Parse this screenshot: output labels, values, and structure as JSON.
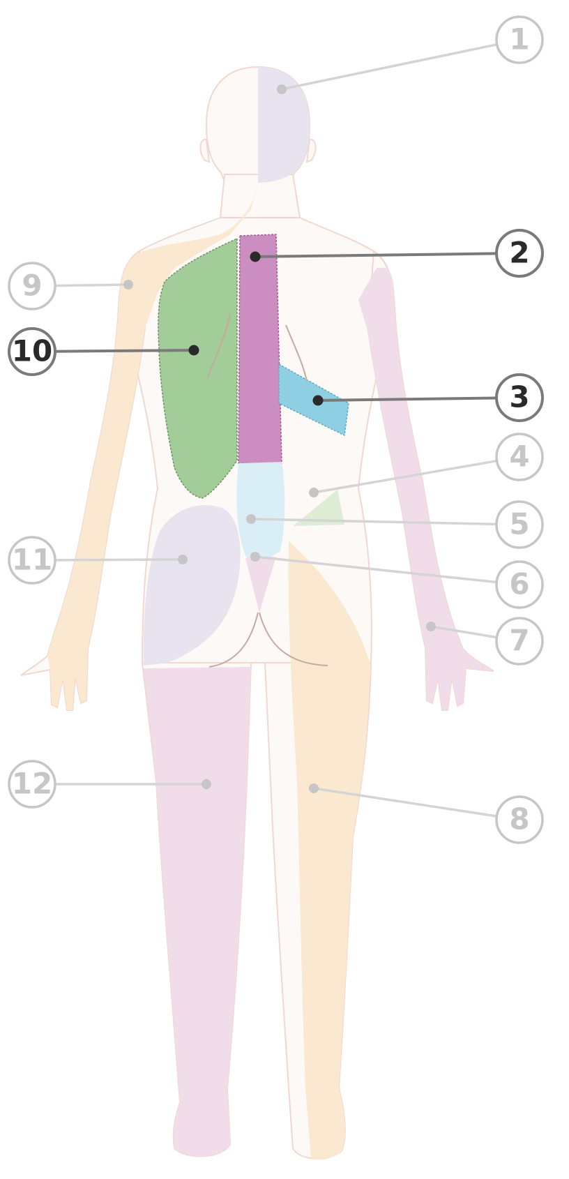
{
  "colors": {
    "skin_fill": "#fdf9f6",
    "skin_outline": "#f0d8d0",
    "muted_label": "#c6c6c6",
    "active_label": "#2a2a2a",
    "active_line": "#7a7a7a",
    "green": "#a2cc98",
    "magenta": "#cc8ec0",
    "blue": "#8ecfe3",
    "light_blue": "#d8edf5",
    "lavender": "#e6e3ee",
    "peach": "#fbe7cf",
    "pink": "#f0dbe8",
    "light_green": "#dbecd4"
  },
  "regions": [
    {
      "id": 1,
      "label": "1",
      "active": false,
      "color": "lavender",
      "icon": "head-right-half-region"
    },
    {
      "id": 2,
      "label": "2",
      "active": true,
      "color": "magenta",
      "icon": "spine-strip-region"
    },
    {
      "id": 3,
      "label": "3",
      "active": true,
      "color": "blue",
      "icon": "flank-band-region"
    },
    {
      "id": 4,
      "label": "4",
      "active": false,
      "color": "light_green",
      "icon": "lower-flank-region"
    },
    {
      "id": 5,
      "label": "5",
      "active": false,
      "color": "light_blue",
      "icon": "lower-back-region"
    },
    {
      "id": 6,
      "label": "6",
      "active": false,
      "color": "pink",
      "icon": "sacrum-region"
    },
    {
      "id": 7,
      "label": "7",
      "active": false,
      "color": "pink",
      "icon": "left-hand-region"
    },
    {
      "id": 8,
      "label": "8",
      "active": false,
      "color": "peach",
      "icon": "left-leg-region"
    },
    {
      "id": 9,
      "label": "9",
      "active": false,
      "color": "peach",
      "icon": "right-arm-region"
    },
    {
      "id": 10,
      "label": "10",
      "active": true,
      "color": "green",
      "icon": "right-back-region"
    },
    {
      "id": 11,
      "label": "11",
      "active": false,
      "color": "lavender",
      "icon": "right-buttock-region"
    },
    {
      "id": 12,
      "label": "12",
      "active": false,
      "color": "pink",
      "icon": "right-leg-region"
    }
  ]
}
